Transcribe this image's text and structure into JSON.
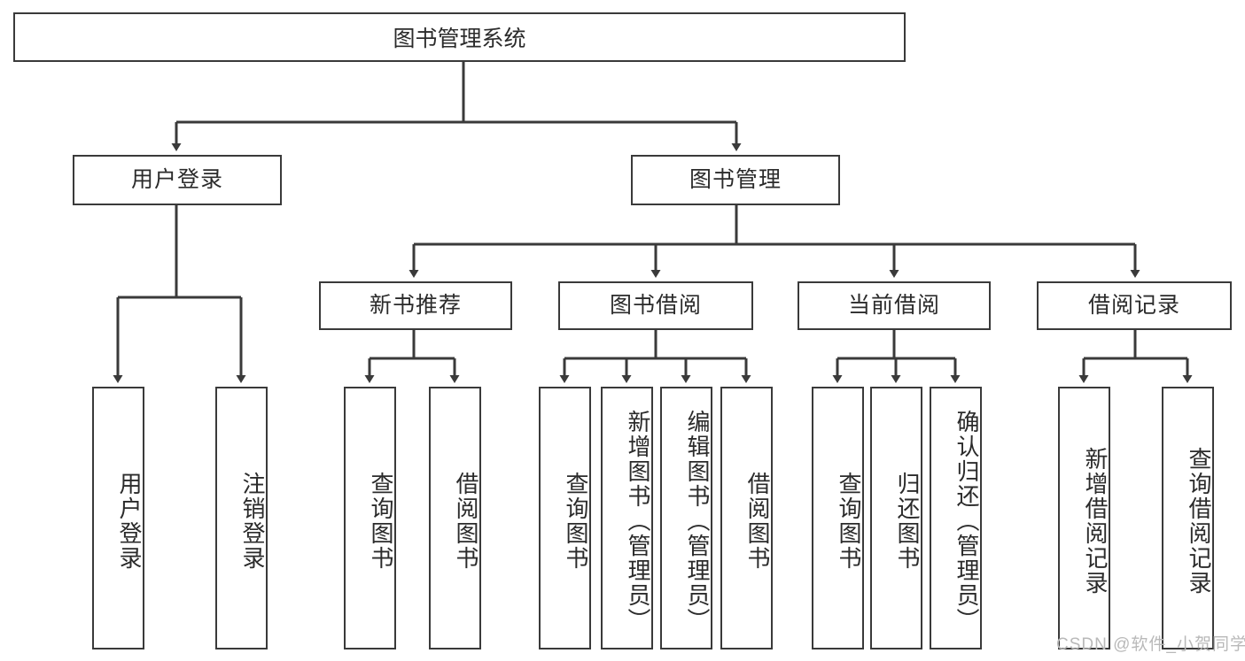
{
  "diagram": {
    "title": "图书管理系统",
    "type": "功能结构图",
    "colors": {
      "stroke": "#3a3a3a",
      "fill": "#ffffff",
      "text": "#2b2b2b",
      "watermark": "#b9b9b9"
    },
    "root": {
      "label": "图书管理系统"
    },
    "level1": [
      {
        "label": "用户登录"
      },
      {
        "label": "图书管理"
      }
    ],
    "level2": [
      {
        "label": "新书推荐"
      },
      {
        "label": "图书借阅"
      },
      {
        "label": "当前借阅"
      },
      {
        "label": "借阅记录"
      }
    ],
    "leaves": {
      "user_login": [
        {
          "label": "用户登录"
        },
        {
          "label": "注销登录"
        }
      ],
      "new_book_recommend": [
        {
          "label": "查询图书"
        },
        {
          "label": "借阅图书"
        }
      ],
      "book_borrow": [
        {
          "label": "查询图书"
        },
        {
          "label": "新增图书（管理员）"
        },
        {
          "label": "编辑图书（管理员）"
        },
        {
          "label": "借阅图书"
        }
      ],
      "current_borrow": [
        {
          "label": "查询图书"
        },
        {
          "label": "归还图书"
        },
        {
          "label": "确认归还（管理员）"
        }
      ],
      "borrow_record": [
        {
          "label": "新增借阅记录"
        },
        {
          "label": "查询借阅记录"
        }
      ]
    },
    "watermark": "CSDN @软件_小贺同学"
  }
}
